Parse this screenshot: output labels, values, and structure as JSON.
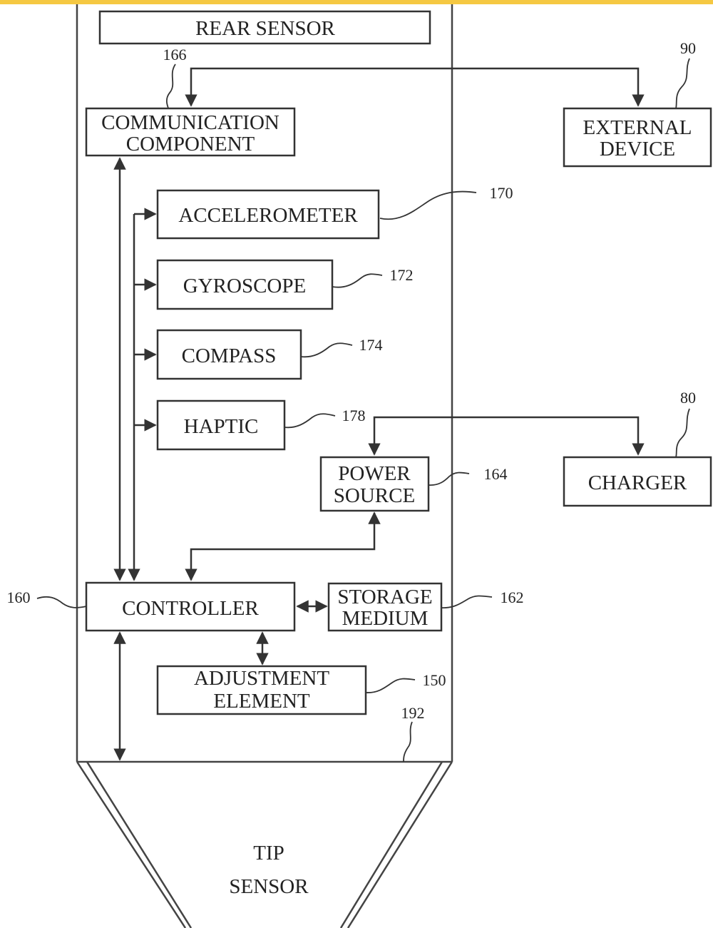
{
  "accent_color": "#f5c842",
  "components": {
    "rear_sensor": "REAR SENSOR",
    "communication": [
      "COMMUNICATION",
      "COMPONENT"
    ],
    "external_device": [
      "EXTERNAL",
      "DEVICE"
    ],
    "accelerometer": "ACCELEROMETER",
    "gyroscope": "GYROSCOPE",
    "compass": "COMPASS",
    "haptic": "HAPTIC",
    "power_source": [
      "POWER",
      "SOURCE"
    ],
    "charger": "CHARGER",
    "controller": "CONTROLLER",
    "storage_medium": [
      "STORAGE",
      "MEDIUM"
    ],
    "adjustment_element": [
      "ADJUSTMENT",
      "ELEMENT"
    ],
    "tip_sensor": [
      "TIP",
      "SENSOR"
    ]
  },
  "refs": {
    "communication": "166",
    "external_device": "90",
    "accelerometer": "170",
    "gyroscope": "172",
    "compass": "174",
    "haptic": "178",
    "charger": "80",
    "power_source": "164",
    "controller": "160",
    "storage_medium": "162",
    "adjustment_element": "150",
    "tip": "192"
  }
}
